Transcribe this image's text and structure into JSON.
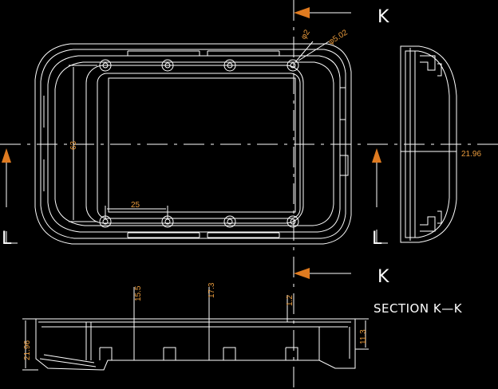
{
  "colors": {
    "background": "#000000",
    "outline": "#ffffff",
    "dimension_text": "#e89a3c",
    "arrow": "#e07b20"
  },
  "labels": {
    "section_marker_top": "K",
    "section_marker_bottom": "K",
    "side_marker_left": "L",
    "side_marker_right": "L",
    "section_title": "SECTION K—K"
  },
  "dimensions": {
    "hole_small": "φ2",
    "hole_large": "φ5.02",
    "height_inner": "63",
    "boss_spacing": "25",
    "side_depth": "21.96",
    "sec_h1": "15.5",
    "sec_h2": "17.3",
    "sec_wall": "1.2",
    "sec_step": "11.3",
    "sec_total": "21.96"
  }
}
